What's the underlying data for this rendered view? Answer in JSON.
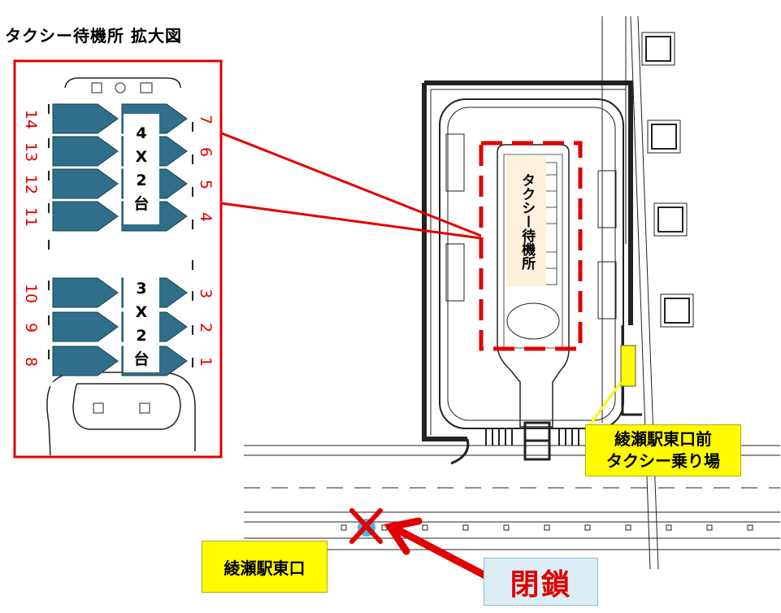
{
  "title": "タクシー待機所 拡大図",
  "map_labels": {
    "taxi_waiting_area": "タクシー待機所",
    "taxi_stand_line1": "綾瀬駅東口前",
    "taxi_stand_line2": "タクシー乗り場",
    "east_exit": "綾瀬駅東口",
    "closed": "閉鎖"
  },
  "inset": {
    "upper_group": {
      "line1": "4",
      "line2": "X",
      "line3": "2",
      "line4": "台"
    },
    "lower_group": {
      "line1": "3",
      "line2": "X",
      "line3": "2",
      "line4": "台"
    },
    "left_slot_numbers": [
      "14",
      "13",
      "12",
      "11",
      "10",
      "9",
      "8"
    ],
    "right_slot_numbers": [
      "7",
      "6",
      "5",
      "4",
      "3",
      "2",
      "1"
    ]
  },
  "colors": {
    "callout_red": "#e00000",
    "taxi_slot_fill": "#2f6f8a",
    "label_yellow": "#fffb00",
    "waiting_area_fill": "#fdf1dc",
    "closed_box_fill": "#dbeef6",
    "closed_marker_blue": "#4cb3e0"
  }
}
